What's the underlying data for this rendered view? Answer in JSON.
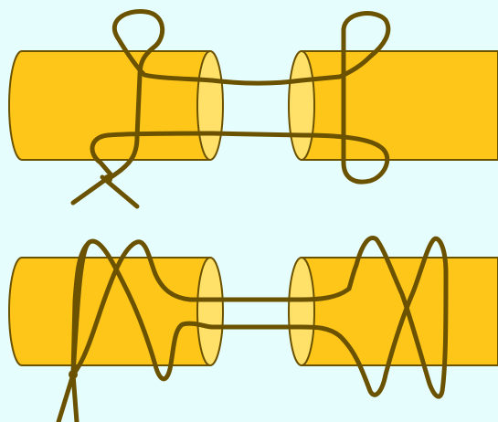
{
  "figure": {
    "description_hidden": "",
    "colors": {
      "background": "#e6fdfd",
      "cylinder_fill": "#ffc61a",
      "cylinder_end_fill": "#ffe068",
      "outline": "#6b5200",
      "thread": "#6b5200"
    },
    "panels": [
      {
        "id": "top",
        "stitch": "loop-suture"
      },
      {
        "id": "bottom",
        "stitch": "figure-eight-suture"
      }
    ]
  }
}
